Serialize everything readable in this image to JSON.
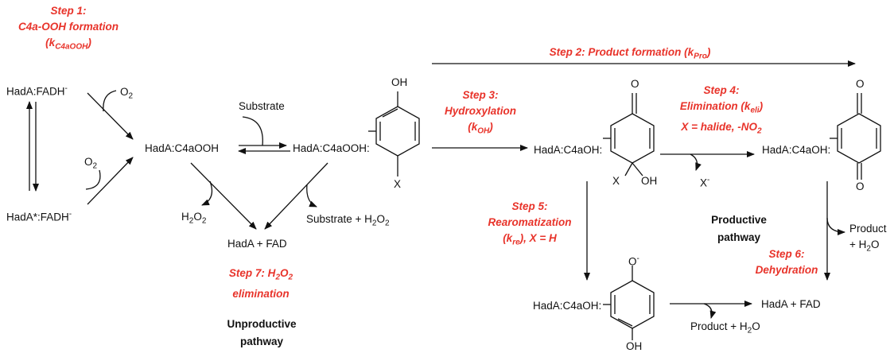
{
  "colors": {
    "step_text": "#e8332a",
    "line": "#111111"
  },
  "steps": {
    "step1": {
      "line1": "Step 1:",
      "line2": "C4a-OOH formation",
      "line3_pre": "(k",
      "line3_sub": "C4aOOH",
      "line3_post": ")"
    },
    "step2": {
      "pre": "Step 2: Product formation (k",
      "sub": "Pro",
      "post": ")"
    },
    "step3": {
      "line1": "Step 3:",
      "line2": "Hydroxylation",
      "line3_pre": "(k",
      "line3_sub": "OH",
      "line3_post": ")"
    },
    "step4": {
      "line1": "Step 4:",
      "line2_pre": "Elimination (k",
      "line2_sub": "eli",
      "line2_post": ")",
      "line3_pre": "X = halide, -NO",
      "line3_sub": "2"
    },
    "step5": {
      "line1": "Step 5:",
      "line2": "Rearomatization",
      "line3_pre": "(k",
      "line3_sub": "re",
      "line3_post": "), X = H"
    },
    "step6": {
      "line1": "Step 6:",
      "line2": "Dehydration"
    },
    "step7": {
      "line1_pre": "Step 7: H",
      "line1_sub1": "2",
      "line1_mid": "O",
      "line1_sub2": "2",
      "line2": "elimination"
    }
  },
  "species": {
    "fadh_top": {
      "pre": "HadA:FADH",
      "sup": "-"
    },
    "fadh_bottom": {
      "pre": "HadA*:FADH",
      "sup": "-"
    },
    "c4aooh": "HadA:C4aOOH",
    "c4aooh_complex": "HadA:C4aOOH:",
    "c4aoh_1": "HadA:C4aOH:",
    "c4aoh_2": "HadA:C4aOH:",
    "c4aoh_3": "HadA:C4aOH:",
    "hada_fad_1": "HadA + FAD",
    "hada_fad_2": "HadA + FAD"
  },
  "reagents": {
    "o2_top": {
      "pre": "O",
      "sub": "2"
    },
    "o2_bottom": {
      "pre": "O",
      "sub": "2"
    },
    "substrate": "Substrate",
    "h2o2": {
      "p1": "H",
      "s1": "2",
      "p2": "O",
      "s2": "2"
    },
    "substrate_h2o2": {
      "pre": "Substrate + H",
      "s1": "2",
      "mid": "O",
      "s2": "2"
    },
    "x_minus": {
      "pre": "X",
      "sup": "-"
    },
    "product_h2o_right": {
      "line1": "Product",
      "line2_pre": "+ H",
      "line2_sub": "2",
      "line2_post": "O"
    },
    "product_h2o_bottom": {
      "pre": "Product + H",
      "sub": "2",
      "post": "O"
    }
  },
  "atoms": {
    "oh_top": "OH",
    "x_phenol": "X",
    "o_top1": "O",
    "x_sub": "X",
    "oh_sub": "OH",
    "o_quin_top": "O",
    "o_quin_bot": "O",
    "o_minus": {
      "pre": "O",
      "sup": "-"
    },
    "oh_bottom": "OH"
  },
  "pathways": {
    "unproductive_line1": "Unproductive",
    "unproductive_line2": "pathway",
    "productive_line1": "Productive",
    "productive_line2": "pathway"
  }
}
